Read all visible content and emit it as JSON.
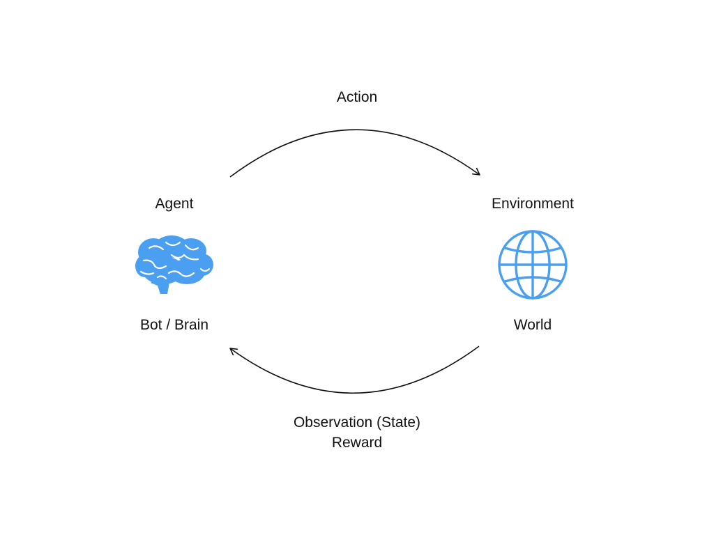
{
  "diagram": {
    "action_label": "Action",
    "agent": {
      "title": "Agent",
      "subtitle": "Bot / Brain",
      "icon": "brain-icon"
    },
    "environment": {
      "title": "Environment",
      "subtitle": "World",
      "icon": "globe-icon"
    },
    "feedback": {
      "line1": "Observation (State)",
      "line2": "Reward"
    }
  },
  "colors": {
    "icon": "#4a9ff0",
    "arrow": "#111111",
    "text": "#111111"
  }
}
